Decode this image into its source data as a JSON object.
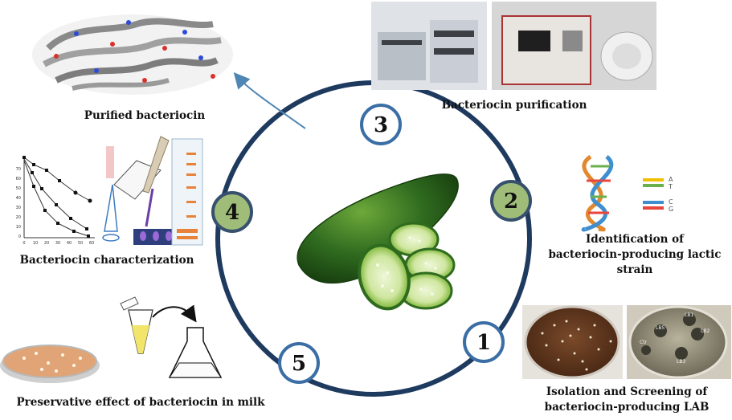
{
  "steps": [
    {
      "number": "1",
      "caption_lines": [
        "Isolation and Screening of",
        "bacteriocin-producing LAB"
      ]
    },
    {
      "number": "2",
      "caption_lines": [
        "Identification of",
        "bacteriocin-producing lactic",
        "strain"
      ]
    },
    {
      "number": "3",
      "caption_lines": [
        "Bacteriocin purification"
      ]
    },
    {
      "number": "4",
      "caption_lines": [
        "Bacteriocin characterization"
      ]
    },
    {
      "number": "5",
      "caption_lines": [
        "Preservative effect of bacteriocin in milk"
      ]
    }
  ],
  "product_caption": "Purified bacteriocin",
  "plate_labels": [
    "LB1",
    "LB5",
    "LB2",
    "LB3",
    "Ctr"
  ],
  "dna_pair_labels": [
    "A",
    "T",
    "C",
    "G"
  ],
  "chart_ticks_y": [
    "70",
    "60",
    "50",
    "40",
    "30",
    "20",
    "10",
    "0"
  ],
  "chart_ticks_x": [
    "0",
    "10",
    "20",
    "30",
    "40",
    "50",
    "60"
  ],
  "colors": {
    "cycle": "#1e3a5f",
    "circle_blue_border": "#3a6ea5",
    "circle_green_fill": "#9fbd78",
    "circle_green_border": "#37506e",
    "arrow": "#4f86b3",
    "cucumber": "#2f6b1f"
  }
}
